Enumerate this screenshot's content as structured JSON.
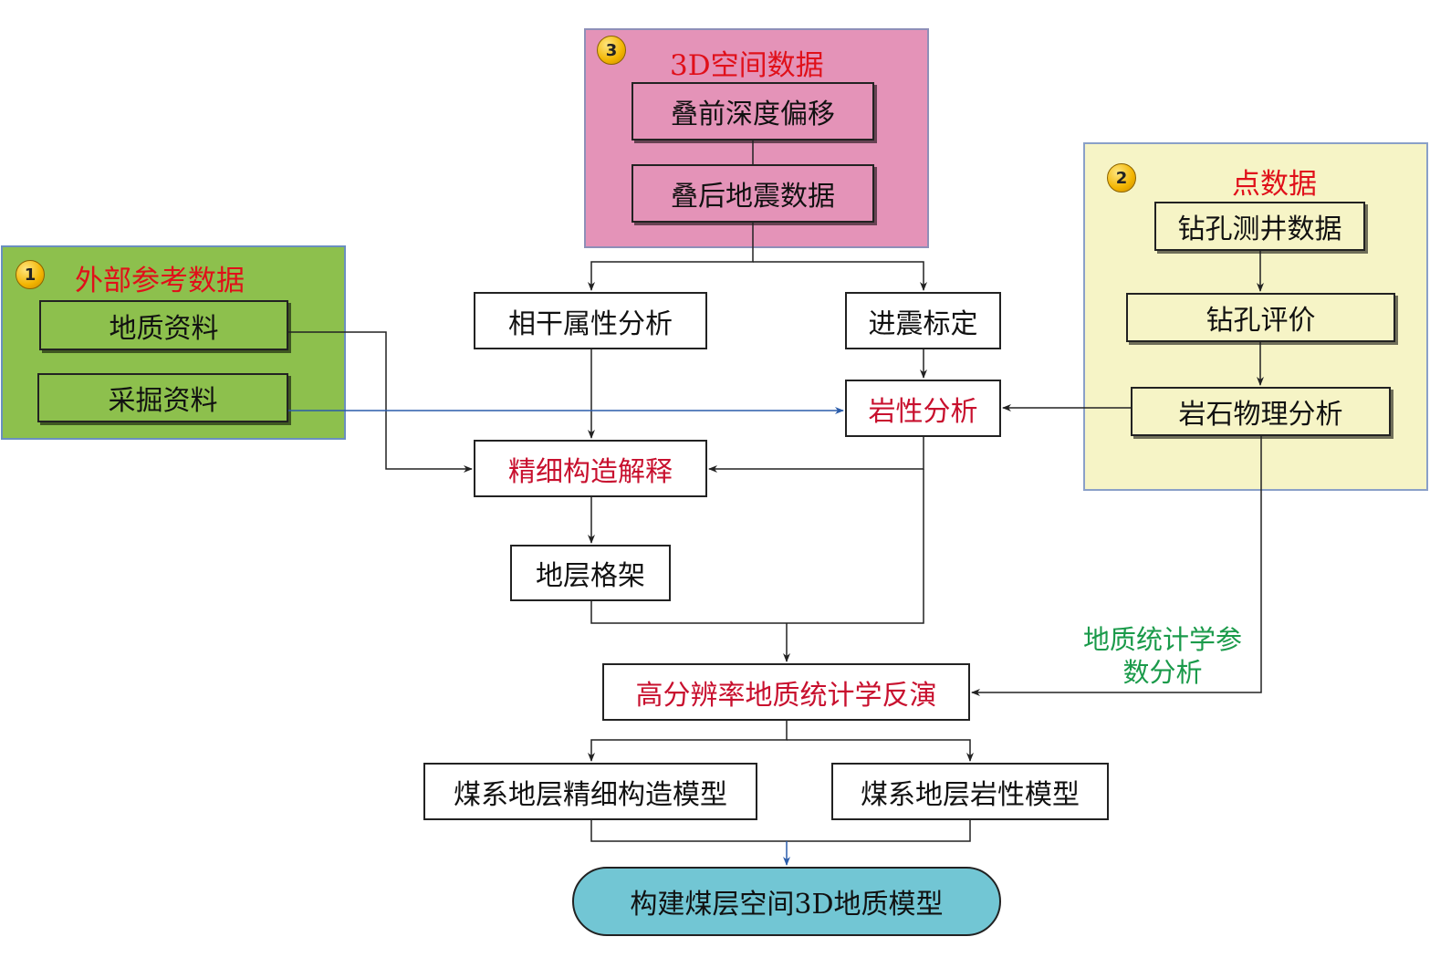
{
  "groups": {
    "external": {
      "badge": "1",
      "title": "外部参考数据",
      "items": [
        "地质资料",
        "采掘资料"
      ]
    },
    "point": {
      "badge": "2",
      "title": "点数据",
      "items": [
        "钻孔测井数据",
        "钻孔评价",
        "岩石物理分析"
      ]
    },
    "spatial": {
      "badge": "3",
      "title": "3D空间数据",
      "items": [
        "叠前深度偏移",
        "叠后地震数据"
      ]
    }
  },
  "process": {
    "coherence": "相干属性分析",
    "calibration": "进震标定",
    "lithology": "岩性分析",
    "structure": "精细构造解释",
    "framework": "地层格架",
    "inversion": "高分辨率地质统计学反演",
    "structure_model": "煤系地层精细构造模型",
    "lithology_model": "煤系地层岩性模型",
    "final": "构建煤层空间3D地质模型"
  },
  "note_lines": [
    "地质统计学参",
    "数分析"
  ],
  "colors": {
    "external_bg": "#8dc04d",
    "point_bg": "#f6f4c6",
    "spatial_bg": "#e493b8",
    "final_bg": "#72c6d4",
    "highlight_text": "#c8102e",
    "note_text": "#1a9a4a",
    "blue_link": "#2a5caa"
  }
}
